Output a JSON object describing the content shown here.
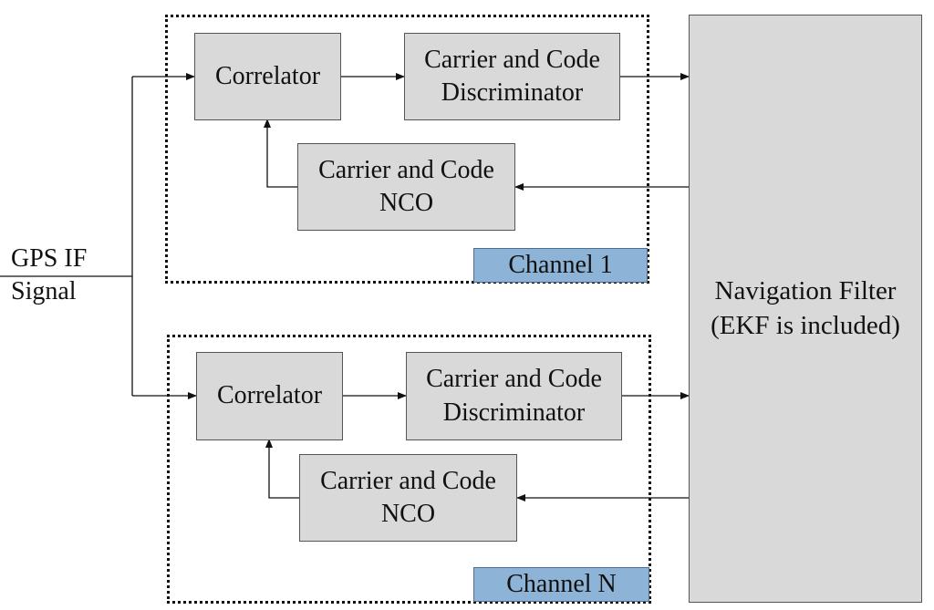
{
  "input": {
    "line1": "GPS IF",
    "line2": "Signal"
  },
  "channels": [
    {
      "tag": "Channel 1",
      "correlator": "Correlator",
      "discriminator": [
        "Carrier and Code",
        "Discriminator"
      ],
      "nco": [
        "Carrier and Code",
        "NCO"
      ]
    },
    {
      "tag": "Channel N",
      "correlator": "Correlator",
      "discriminator": [
        "Carrier and Code",
        "Discriminator"
      ],
      "nco": [
        "Carrier and Code",
        "NCO"
      ]
    }
  ],
  "navigation_filter": {
    "line1": "Navigation Filter",
    "line2": "(EKF is included)"
  },
  "colors": {
    "block_fill": "#d9d9d9",
    "channel_tag_fill": "#8db4d6",
    "line": "#111111"
  }
}
